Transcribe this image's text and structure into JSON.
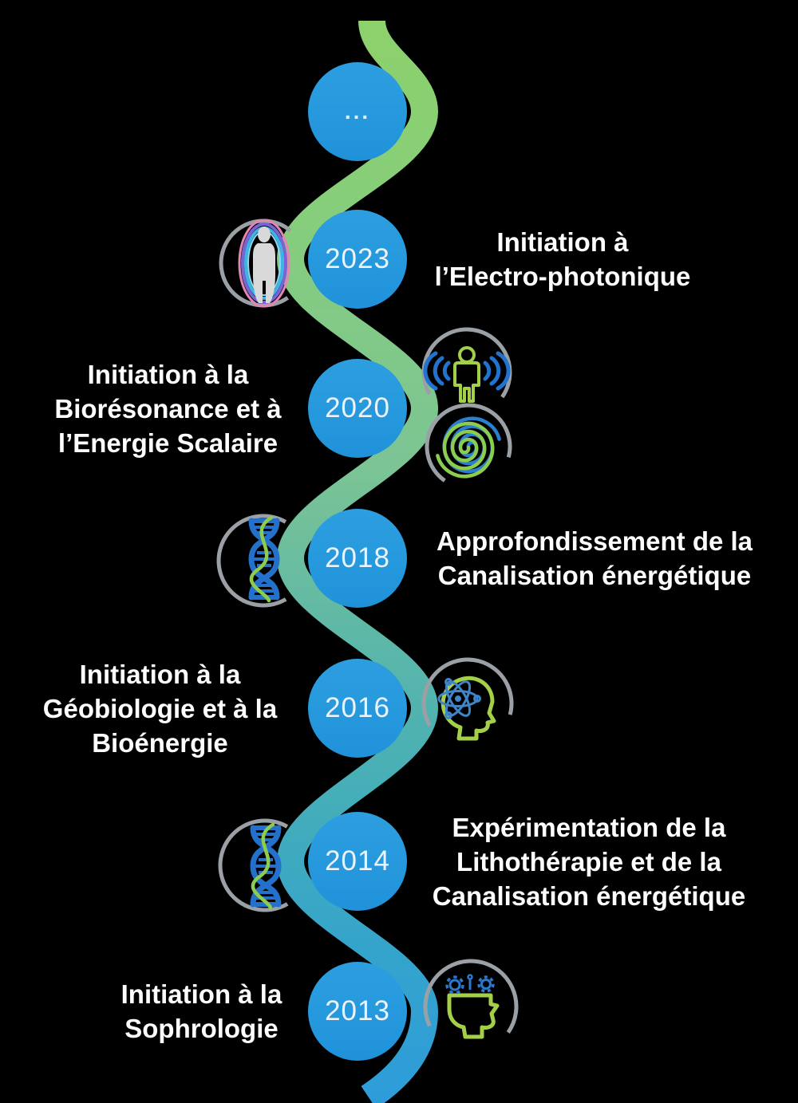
{
  "page": {
    "background_color": "#000000",
    "type": "training-timeline-infographic"
  },
  "colors": {
    "circle_blue": "#2496dd",
    "ribbon_green_top": "#8ed269",
    "ribbon_sage_mid": "#7cc494",
    "ribbon_teal": "#45aeb8",
    "ribbon_blue_bottom": "#2d9cda",
    "icon_green": "#a3d048",
    "icon_blue": "#2273d0",
    "arc_gray": "#9aa0a6",
    "label_text": "#fdfdfd"
  },
  "timeline": {
    "milestones": [
      {
        "year": "...",
        "label": "",
        "side": "none",
        "icons": []
      },
      {
        "year": "2023",
        "label": "Initiation à\nl’Electro-photonique",
        "side": "right",
        "icons": [
          "human-aura-icon"
        ]
      },
      {
        "year": "2020",
        "label": "Initiation à la\nBiorésonance et à\nl’Energie Scalaire",
        "side": "left",
        "icons": [
          "body-soundwaves-icon",
          "energy-spiral-icon"
        ]
      },
      {
        "year": "2018",
        "label": "Approfondissement de la\nCanalisation énergétique",
        "side": "right",
        "icons": [
          "dna-helix-icon"
        ]
      },
      {
        "year": "2016",
        "label": "Initiation à la\nGéobiologie et à la\nBioénergie",
        "side": "left",
        "icons": [
          "head-atom-icon"
        ]
      },
      {
        "year": "2014",
        "label": "Expérimentation de la\nLithothérapie et de la\nCanalisation énergétique",
        "side": "right",
        "icons": [
          "dna-helix-icon"
        ]
      },
      {
        "year": "2013",
        "label": "Initiation à la\nSophrologie",
        "side": "left",
        "icons": [
          "head-gears-icon"
        ]
      }
    ]
  }
}
